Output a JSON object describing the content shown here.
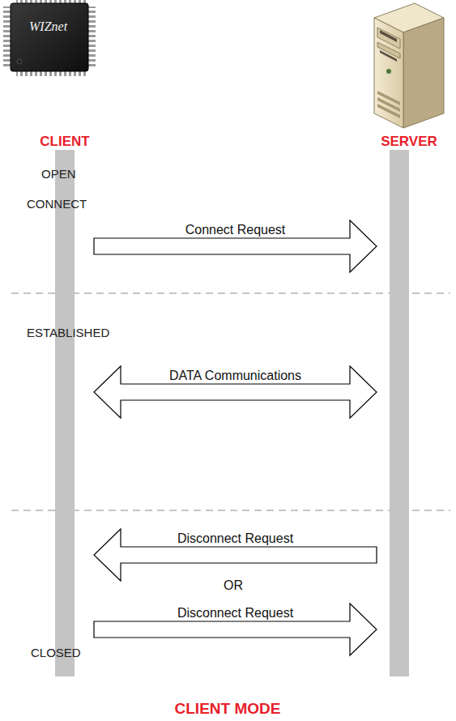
{
  "diagram": {
    "caption": "CLIENT MODE",
    "nodes": [
      {
        "text": [
          "CLIENT"
        ]
      },
      {
        "text": [
          "SERVER"
        ]
      }
    ],
    "edges": [
      {
        "from": 0,
        "to": 1,
        "label": "Connect Request",
        "arrow": "to"
      },
      {
        "from": 0,
        "to": 1,
        "label": "DATA Communications",
        "arrow": "both"
      },
      {
        "from": 1,
        "to": 0,
        "label": "Disconnect Request",
        "arrow": "to"
      },
      {
        "from": 0,
        "to": 1,
        "label": "Disconnect Request",
        "arrow": "to"
      }
    ],
    "labels": [
      "WIZnet",
      "OPEN",
      "CONNECT",
      "ESTABLISHED",
      "OR",
      "CLOSED"
    ]
  }
}
